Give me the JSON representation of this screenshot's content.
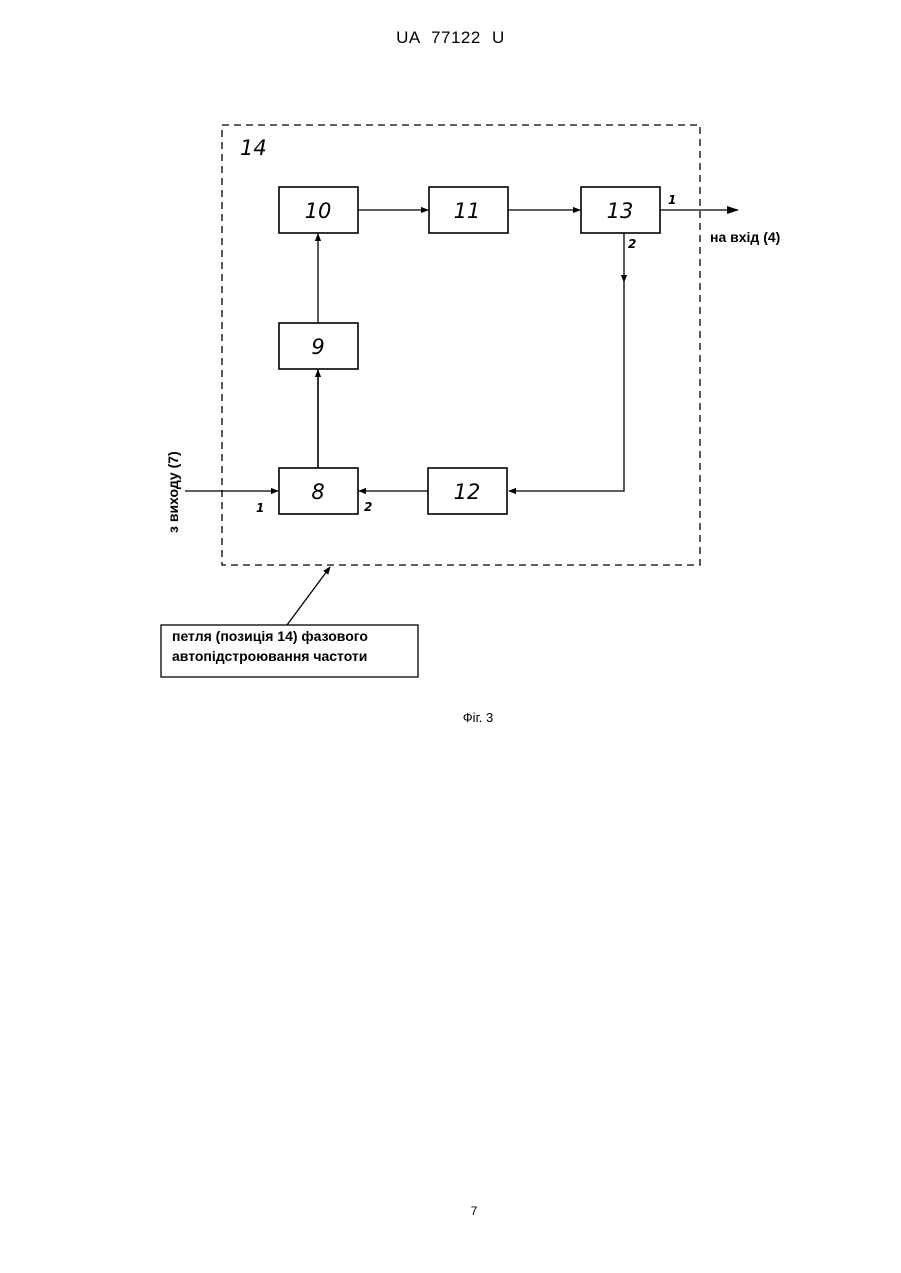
{
  "document": {
    "header": "UA 77122 U",
    "figure_caption": "Фіг. 3",
    "page_number": "7"
  },
  "diagram": {
    "loop_label": "14",
    "blocks": [
      {
        "id": "b8",
        "label": "8"
      },
      {
        "id": "b9",
        "label": "9"
      },
      {
        "id": "b10",
        "label": "10"
      },
      {
        "id": "b11",
        "label": "11"
      },
      {
        "id": "b12",
        "label": "12"
      },
      {
        "id": "b13",
        "label": "13"
      }
    ],
    "ports": {
      "b8_in1": "1",
      "b8_in2": "2",
      "b13_out1": "1",
      "b13_out2": "2"
    },
    "input_label": "з виходу (7)",
    "output_label": "на вхід (4)",
    "callout": {
      "line1": "петля (позиція 14) фазового",
      "line2": "автопідстроювання частоти"
    }
  }
}
